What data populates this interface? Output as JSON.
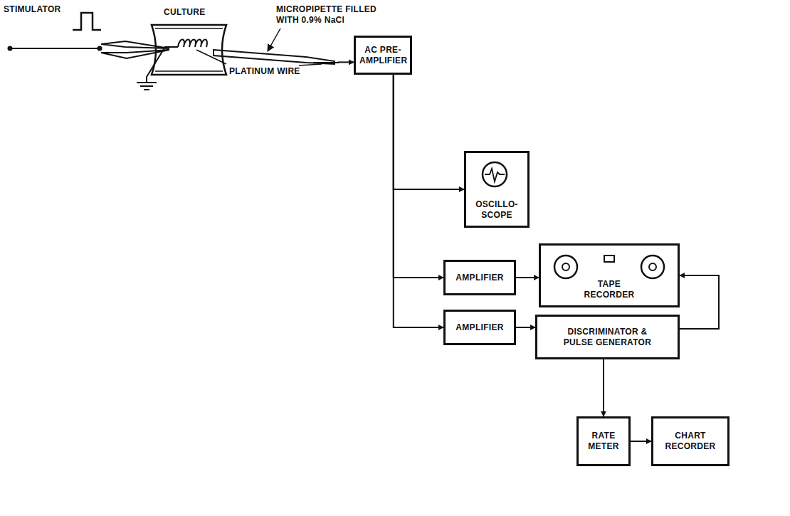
{
  "diagram": {
    "nodes": [
      {
        "text": [
          "CULTURE"
        ]
      },
      {
        "text": [
          "AC PRE- AMPLIFIER"
        ]
      },
      {
        "text": [
          "OSCILLO- SCOPE"
        ]
      },
      {
        "text": [
          "AMPLIFIER"
        ]
      },
      {
        "text": [
          "TAPE RECORDER"
        ]
      },
      {
        "text": [
          "AMPLIFIER"
        ]
      },
      {
        "text": [
          "DISCRIMINATOR & PULSE GENERATOR"
        ]
      },
      {
        "text": [
          "RATE METER"
        ]
      },
      {
        "text": [
          "CHART RECORDER"
        ]
      }
    ],
    "edges": [
      {
        "from": 0,
        "to": 1,
        "arrow": "to"
      },
      {
        "from": 1,
        "to": 2,
        "arrow": "to"
      },
      {
        "from": 1,
        "to": 3,
        "arrow": "to"
      },
      {
        "from": 1,
        "to": 5,
        "arrow": "to"
      },
      {
        "from": 3,
        "to": 4,
        "arrow": "to"
      },
      {
        "from": 5,
        "to": 6,
        "arrow": "to"
      },
      {
        "from": 6,
        "to": 4,
        "arrow": "to"
      },
      {
        "from": 6,
        "to": 7,
        "arrow": "to"
      },
      {
        "from": 7,
        "to": 8,
        "arrow": "to"
      }
    ],
    "labels": [
      "STIMULATOR",
      "MICROPIPETTE FILLED WITH 0.9% NaCl",
      "PLATINUM WIRE"
    ]
  }
}
